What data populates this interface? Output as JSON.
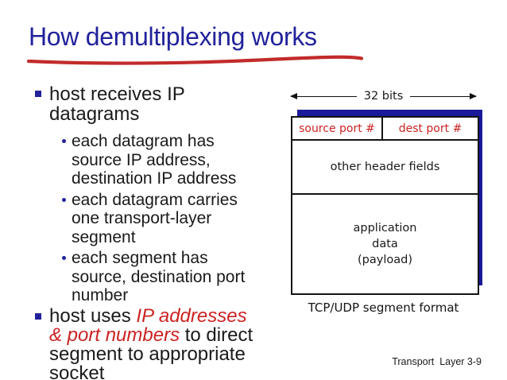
{
  "title": "How demultiplexing works",
  "footer": "Transport  Layer 3-9",
  "colors": {
    "title_navy": "#22229B",
    "accent_red": "#CC2222",
    "underline_red": "#C22B2B",
    "shadow_navy": "#191999",
    "body_text": "#1A1A1A"
  },
  "bullets": {
    "b1": {
      "line1": "host receives IP",
      "line2": "datagrams"
    },
    "sub1": {
      "line1": "each datagram has",
      "line2": "source IP address,",
      "line3": "destination IP address"
    },
    "sub2": {
      "line1": "each datagram carries",
      "line2": "one transport-layer",
      "line3": "segment"
    },
    "sub3": {
      "line1": "each segment has",
      "line2": "source, destination port",
      "line3": "number"
    },
    "b2": {
      "seg1": "host uses ",
      "seg2_red": "IP addresses",
      "seg3_red": "& port numbers",
      "seg4": " to direct",
      "line3": "segment to appropriate",
      "line4": "socket"
    }
  },
  "diagram": {
    "bits_label": "32 bits",
    "source_port": "source port #",
    "dest_port": "dest port #",
    "other_header": "other header fields",
    "app_line1": "application",
    "app_line2": "data",
    "app_line3": "(payload)",
    "caption": "TCP/UDP segment format"
  }
}
